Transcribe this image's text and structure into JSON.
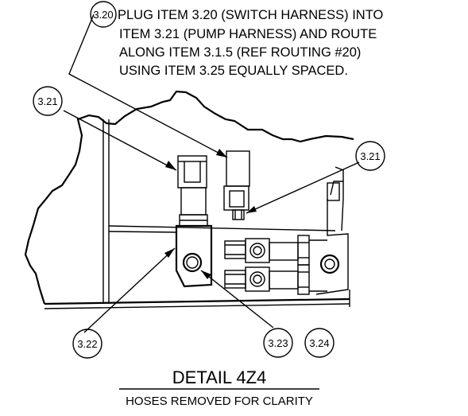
{
  "note": {
    "lines": [
      "PLUG ITEM 3.20 (SWITCH HARNESS) INTO",
      "ITEM 3.21 (PUMP HARNESS) AND ROUTE",
      "ALONG ITEM 3.1.5 (REF ROUTING #20)",
      "USING ITEM 3.25 EQUALLY SPACED."
    ]
  },
  "balloons": {
    "b320": "3.20",
    "b321_left": "3.21",
    "b321_right": "3.21",
    "b322": "3.22",
    "b323": "3.23",
    "b324": "3.24"
  },
  "title": "DETAIL  4Z4",
  "subtitle": "HOSES REMOVED FOR CLARITY"
}
